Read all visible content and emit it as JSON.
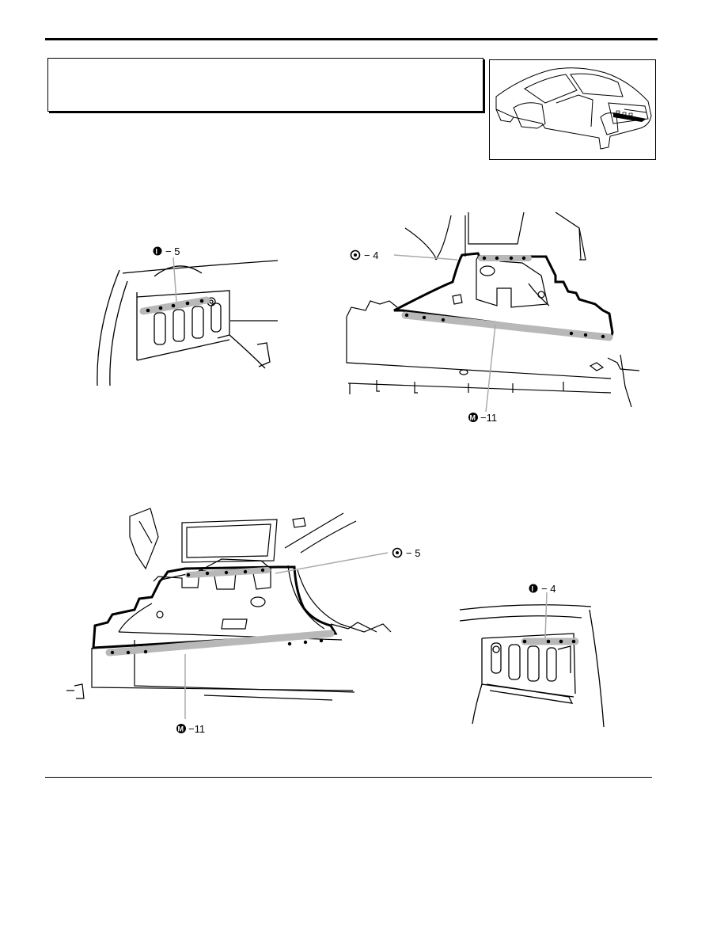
{
  "page": {
    "title_box_text": ""
  },
  "figures": {
    "top_left": {
      "symbol": "I",
      "count_label": "− 5"
    },
    "top_right": {
      "spot_symbol": "spot-weld-circle-icon",
      "spot_label": "− 4",
      "mig_symbol": "M",
      "mig_label": "−11"
    },
    "bottom_left": {
      "spot_symbol": "spot-weld-circle-icon",
      "spot_label": "− 5",
      "mig_symbol": "M",
      "mig_label": "−11"
    },
    "bottom_right": {
      "symbol": "I",
      "count_label": "− 4"
    }
  },
  "colors": {
    "line": "#000000",
    "highlight": "#b8b8b8",
    "leader": "#aaaaaa"
  }
}
